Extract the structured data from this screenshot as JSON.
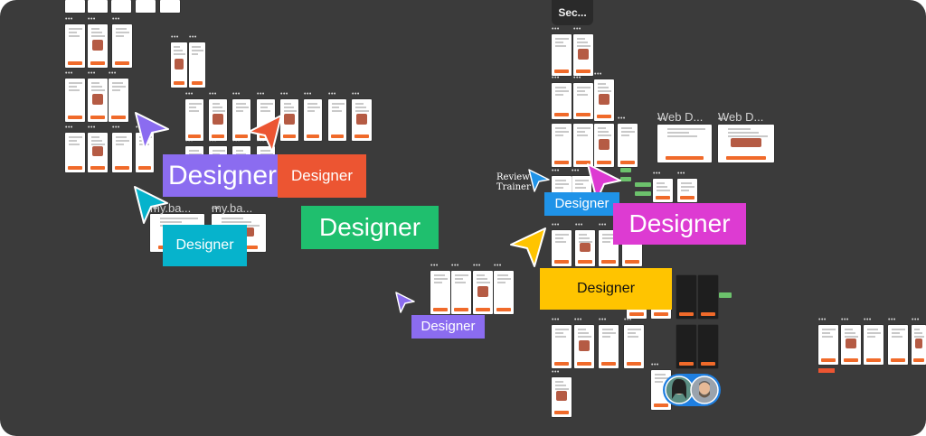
{
  "canvas": {
    "background": "#3b3b3b",
    "section_tab": "Sec...",
    "frame_labels": [
      "my.ba...",
      "my.ba...",
      "Web D...",
      "Web D..."
    ],
    "review_note": [
      "Review",
      "Trainer"
    ]
  },
  "collaborators": [
    {
      "label": "Designer",
      "color": "#8b6cf0",
      "cursor": "cursor-purple-icon"
    },
    {
      "label": "Designer",
      "color": "#ec5532",
      "cursor": "cursor-orange-icon"
    },
    {
      "label": "Designer",
      "color": "#1fbf6e",
      "cursor": "none"
    },
    {
      "label": "Designer",
      "color": "#06b3cc",
      "cursor": "cursor-cyan-icon"
    },
    {
      "label": "Designer",
      "color": "#8b6cf0",
      "cursor": "cursor-small-purple-icon"
    },
    {
      "label": "Designer",
      "color": "#1f93e8",
      "cursor": "cursor-blue-icon"
    },
    {
      "label": "Designer",
      "color": "#dd3bd2",
      "cursor": "cursor-magenta-icon"
    },
    {
      "label": "Designer",
      "color": "#ffc400",
      "cursor": "cursor-yellow-icon"
    }
  ],
  "accent_color": "#f06a2a",
  "presence": {
    "avatars": [
      "avatar-woman",
      "avatar-man"
    ],
    "badge_color": "#1f7fe0"
  }
}
